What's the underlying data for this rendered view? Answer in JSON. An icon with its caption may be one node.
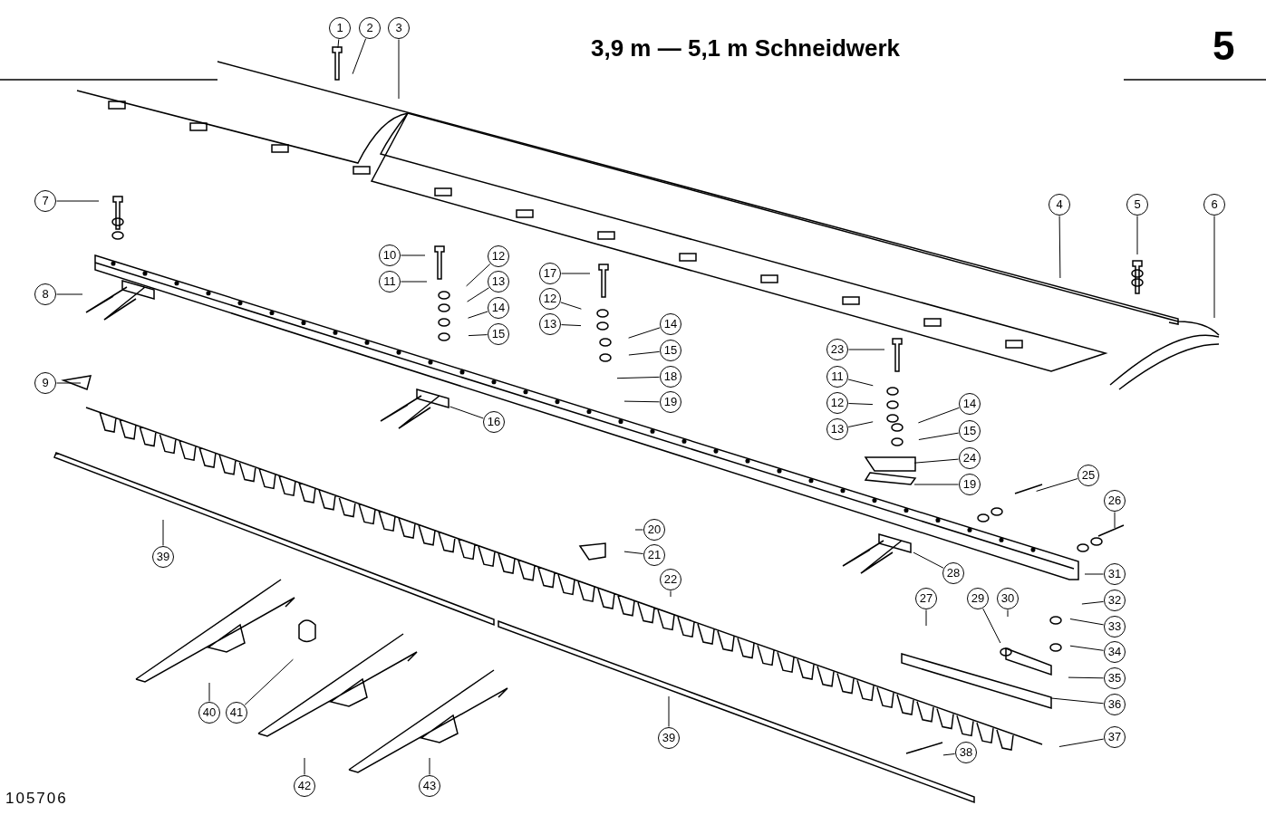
{
  "diagram": {
    "title": "3,9 m — 5,1 m Schneidwerk",
    "nodes": [
      {
        "text": [
          "1"
        ]
      },
      {
        "text": [
          "2"
        ]
      },
      {
        "text": [
          "3"
        ]
      },
      {
        "text": [
          "4"
        ]
      },
      {
        "text": [
          "5"
        ]
      },
      {
        "text": [
          "6"
        ]
      },
      {
        "text": [
          "7"
        ]
      },
      {
        "text": [
          "10"
        ]
      },
      {
        "text": [
          "12"
        ]
      },
      {
        "text": [
          "17"
        ]
      },
      {
        "text": [
          "11"
        ]
      },
      {
        "text": [
          "13"
        ]
      },
      {
        "text": [
          "8"
        ]
      },
      {
        "text": [
          "12"
        ]
      },
      {
        "text": [
          "14"
        ]
      },
      {
        "text": [
          "13"
        ]
      },
      {
        "text": [
          "14"
        ]
      },
      {
        "text": [
          "15"
        ]
      },
      {
        "text": [
          "15"
        ]
      },
      {
        "text": [
          "23"
        ]
      },
      {
        "text": [
          "18"
        ]
      },
      {
        "text": [
          "11"
        ]
      },
      {
        "text": [
          "9"
        ]
      },
      {
        "text": [
          "19"
        ]
      },
      {
        "text": [
          "12"
        ]
      },
      {
        "text": [
          "14"
        ]
      },
      {
        "text": [
          "16"
        ]
      },
      {
        "text": [
          "13"
        ]
      },
      {
        "text": [
          "15"
        ]
      },
      {
        "text": [
          "24"
        ]
      },
      {
        "text": [
          "25"
        ]
      },
      {
        "text": [
          "19"
        ]
      },
      {
        "text": [
          "26"
        ]
      },
      {
        "text": [
          "20"
        ]
      },
      {
        "text": [
          "39"
        ]
      },
      {
        "text": [
          "21"
        ]
      },
      {
        "text": [
          "28"
        ]
      },
      {
        "text": [
          "31"
        ]
      },
      {
        "text": [
          "22"
        ]
      },
      {
        "text": [
          "27"
        ]
      },
      {
        "text": [
          "29"
        ]
      },
      {
        "text": [
          "30"
        ]
      },
      {
        "text": [
          "32"
        ]
      },
      {
        "text": [
          "33"
        ]
      },
      {
        "text": [
          "34"
        ]
      },
      {
        "text": [
          "35"
        ]
      },
      {
        "text": [
          "36"
        ]
      },
      {
        "text": [
          "39"
        ]
      },
      {
        "text": [
          "37"
        ]
      },
      {
        "text": [
          "38"
        ]
      },
      {
        "text": [
          "40"
        ]
      },
      {
        "text": [
          "41"
        ]
      },
      {
        "text": [
          "42"
        ]
      },
      {
        "text": [
          "43"
        ]
      }
    ],
    "edges": [
      {
        "from": 0,
        "to": null,
        "arrow": "none"
      },
      {
        "from": 1,
        "to": null,
        "arrow": "none"
      },
      {
        "from": 2,
        "to": null,
        "arrow": "none"
      },
      {
        "from": 3,
        "to": null,
        "arrow": "none"
      },
      {
        "from": 4,
        "to": null,
        "arrow": "none"
      },
      {
        "from": 5,
        "to": null,
        "arrow": "none"
      },
      {
        "from": 6,
        "to": null,
        "arrow": "none"
      },
      {
        "from": 7,
        "to": null,
        "arrow": "none"
      },
      {
        "from": 8,
        "to": null,
        "arrow": "none"
      },
      {
        "from": 9,
        "to": null,
        "arrow": "none"
      },
      {
        "from": 10,
        "to": null,
        "arrow": "none"
      },
      {
        "from": 11,
        "to": null,
        "arrow": "none"
      },
      {
        "from": 12,
        "to": null,
        "arrow": "none"
      },
      {
        "from": 13,
        "to": null,
        "arrow": "none"
      },
      {
        "from": 14,
        "to": null,
        "arrow": "none"
      },
      {
        "from": 15,
        "to": null,
        "arrow": "none"
      },
      {
        "from": 16,
        "to": null,
        "arrow": "none"
      },
      {
        "from": 17,
        "to": null,
        "arrow": "none"
      },
      {
        "from": 18,
        "to": null,
        "arrow": "none"
      },
      {
        "from": 19,
        "to": null,
        "arrow": "none"
      },
      {
        "from": 20,
        "to": null,
        "arrow": "none"
      },
      {
        "from": 21,
        "to": null,
        "arrow": "none"
      },
      {
        "from": 22,
        "to": null,
        "arrow": "none"
      },
      {
        "from": 23,
        "to": null,
        "arrow": "none"
      },
      {
        "from": 24,
        "to": null,
        "arrow": "none"
      },
      {
        "from": 25,
        "to": null,
        "arrow": "none"
      },
      {
        "from": 26,
        "to": null,
        "arrow": "none"
      },
      {
        "from": 27,
        "to": null,
        "arrow": "none"
      },
      {
        "from": 28,
        "to": null,
        "arrow": "none"
      },
      {
        "from": 29,
        "to": null,
        "arrow": "none"
      },
      {
        "from": 30,
        "to": null,
        "arrow": "none"
      },
      {
        "from": 31,
        "to": null,
        "arrow": "none"
      },
      {
        "from": 32,
        "to": null,
        "arrow": "none"
      },
      {
        "from": 33,
        "to": null,
        "arrow": "none"
      },
      {
        "from": 34,
        "to": null,
        "arrow": "none"
      },
      {
        "from": 35,
        "to": null,
        "arrow": "none"
      },
      {
        "from": 36,
        "to": null,
        "arrow": "none"
      },
      {
        "from": 37,
        "to": null,
        "arrow": "none"
      },
      {
        "from": 38,
        "to": null,
        "arrow": "none"
      },
      {
        "from": 39,
        "to": null,
        "arrow": "none"
      },
      {
        "from": 40,
        "to": null,
        "arrow": "none"
      },
      {
        "from": 41,
        "to": null,
        "arrow": "none"
      },
      {
        "from": 42,
        "to": null,
        "arrow": "none"
      },
      {
        "from": 43,
        "to": null,
        "arrow": "none"
      },
      {
        "from": 44,
        "to": null,
        "arrow": "none"
      },
      {
        "from": 45,
        "to": null,
        "arrow": "none"
      },
      {
        "from": 46,
        "to": null,
        "arrow": "none"
      },
      {
        "from": 47,
        "to": null,
        "arrow": "none"
      },
      {
        "from": 48,
        "to": null,
        "arrow": "none"
      },
      {
        "from": 49,
        "to": null,
        "arrow": "none"
      },
      {
        "from": 50,
        "to": null,
        "arrow": "none"
      },
      {
        "from": 51,
        "to": null,
        "arrow": "none"
      },
      {
        "from": 52,
        "to": null,
        "arrow": "none"
      },
      {
        "from": 53,
        "to": null,
        "arrow": "none"
      }
    ],
    "labels": [
      "5",
      "105706"
    ]
  }
}
